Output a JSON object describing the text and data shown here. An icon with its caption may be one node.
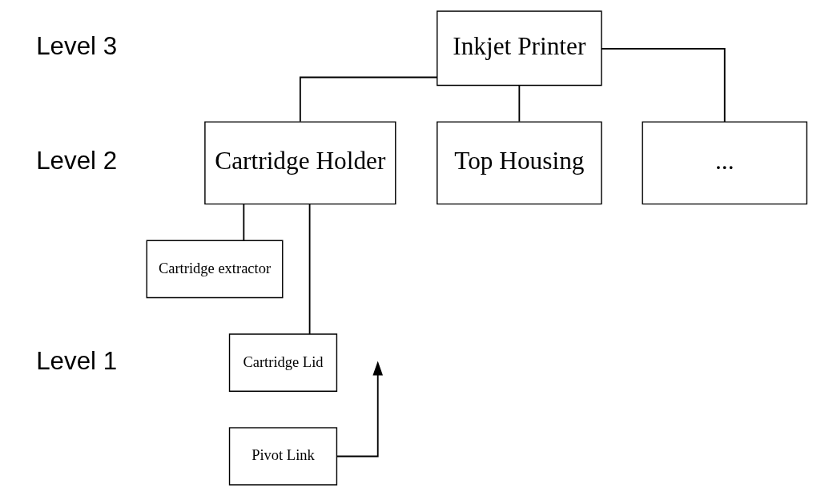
{
  "diagram": {
    "nodes": [
      {
        "text": [
          "Inkjet Printer"
        ]
      },
      {
        "text": [
          "Cartridge Holder"
        ]
      },
      {
        "text": [
          "Top Housing"
        ]
      },
      {
        "text": [
          "..."
        ]
      },
      {
        "text": [
          "Cartridge extractor"
        ]
      },
      {
        "text": [
          "Cartridge Lid"
        ]
      },
      {
        "text": [
          "Pivot Link"
        ]
      }
    ],
    "edges": [
      {
        "from": 0,
        "to": 1,
        "arrow": "none"
      },
      {
        "from": 0,
        "to": 2,
        "arrow": "none"
      },
      {
        "from": 0,
        "to": 3,
        "arrow": "none"
      },
      {
        "from": 1,
        "to": 4,
        "arrow": "none"
      },
      {
        "from": 1,
        "to": 5,
        "arrow": "none"
      },
      {
        "from": 6,
        "to": null,
        "arrow": "to"
      }
    ],
    "labels": [
      "Level 3",
      "Level 2",
      "Level 1"
    ]
  }
}
